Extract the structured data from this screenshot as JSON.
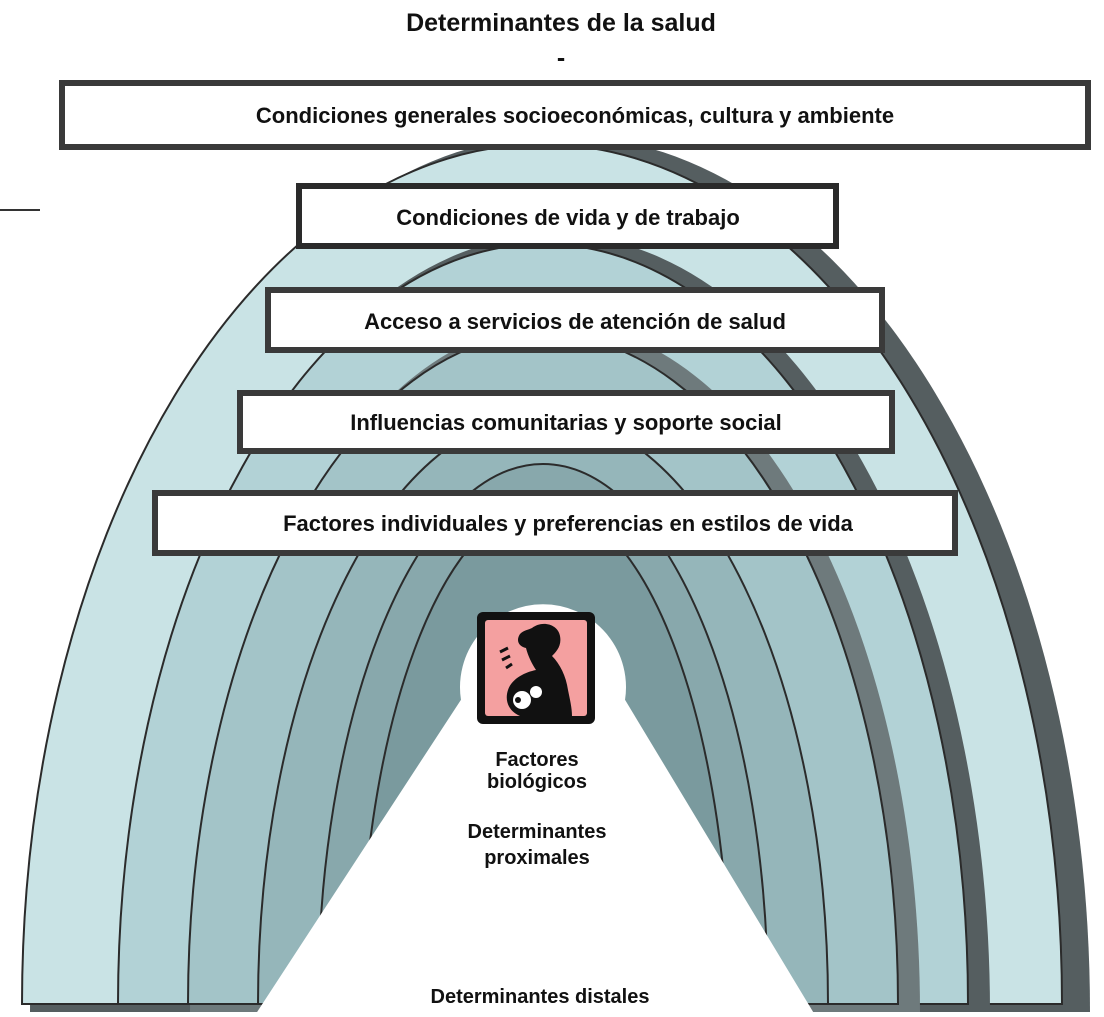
{
  "title": "Determinantes de la salud",
  "title_mark": "-",
  "layers": [
    {
      "label": "Condiciones generales socioeconómicas, cultura y ambiente"
    },
    {
      "label": "Condiciones de vida y de trabajo"
    },
    {
      "label": "Acceso a servicios de atención de salud"
    },
    {
      "label": "Influencias comunitarias y soporte social"
    },
    {
      "label": "Factores individuales y preferencias en estilos de vida"
    }
  ],
  "center": {
    "icon": "pregnant-woman-icon",
    "label_line1": "Factores",
    "label_line2": "biológicos",
    "proximal_line1": "Determinantes",
    "proximal_line2": "proximales"
  },
  "bottom_label": "Determinantes distales",
  "colors": {
    "ring_colors": [
      "#c9e3e5",
      "#b2d2d6",
      "#a3c4c8",
      "#95b6ba",
      "#88a8ac",
      "#7a9a9e"
    ],
    "shadow": "#555e60",
    "icon_bg": "#f4a0a0",
    "icon_fg": "#111111",
    "box_border": "#3a3a3a"
  }
}
